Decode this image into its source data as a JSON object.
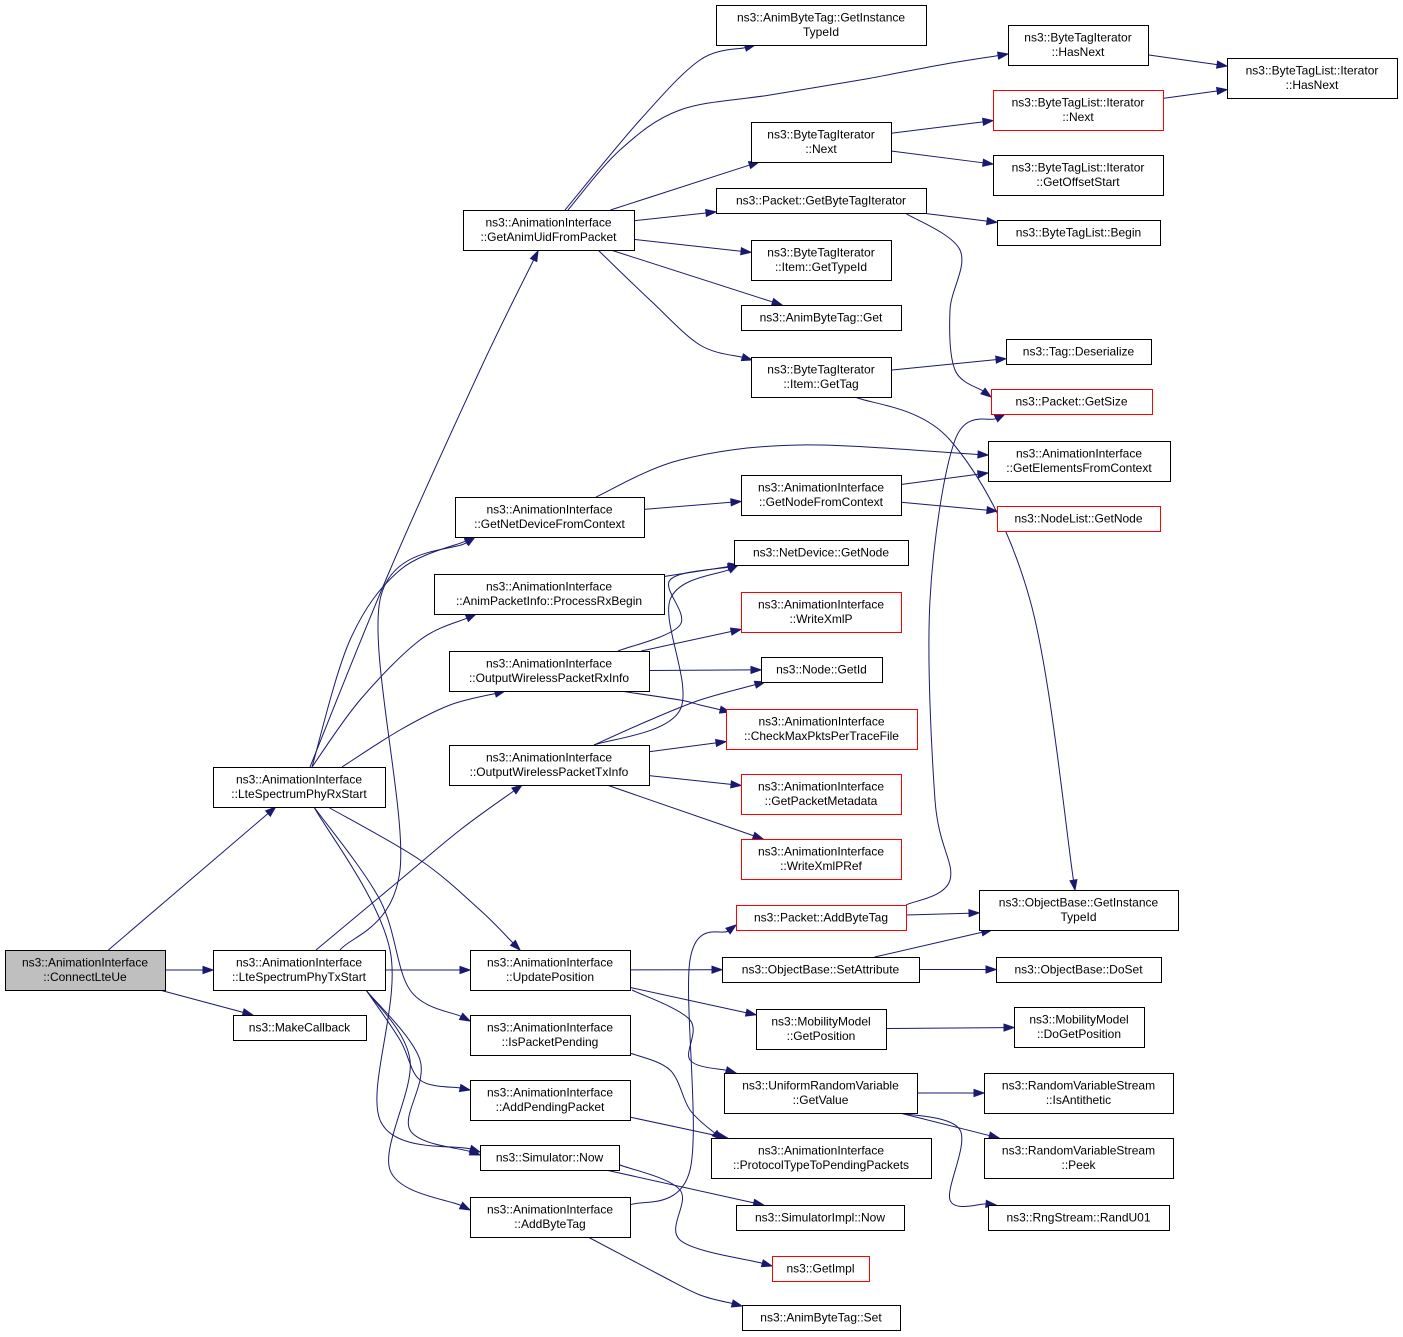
{
  "colors": {
    "edge": "#191970",
    "border_normal": "#000000",
    "border_truncated": "#ff0000",
    "root_fill": "#bfbfbf",
    "node_fill": "#ffffff"
  },
  "nodes": [
    {
      "id": "connectlteue",
      "lines": [
        "ns3::AnimationInterface",
        "::ConnectLteUe"
      ],
      "style": "root"
    },
    {
      "id": "ltespectrumphyrxstart",
      "lines": [
        "ns3::AnimationInterface",
        "::LteSpectrumPhyRxStart"
      ],
      "style": "normal"
    },
    {
      "id": "ltespectrumphytxstart",
      "lines": [
        "ns3::AnimationInterface",
        "::LteSpectrumPhyTxStart"
      ],
      "style": "normal"
    },
    {
      "id": "makecallback",
      "lines": [
        "ns3::MakeCallback"
      ],
      "style": "normal"
    },
    {
      "id": "getanimuidfrompacket",
      "lines": [
        "ns3::AnimationInterface",
        "::GetAnimUidFromPacket"
      ],
      "style": "normal"
    },
    {
      "id": "getnetdevicefromcontext",
      "lines": [
        "ns3::AnimationInterface",
        "::GetNetDeviceFromContext"
      ],
      "style": "normal"
    },
    {
      "id": "processrxbegin",
      "lines": [
        "ns3::AnimationInterface",
        "::AnimPacketInfo::ProcessRxBegin"
      ],
      "style": "normal"
    },
    {
      "id": "outputwirelesspacketrxinfo",
      "lines": [
        "ns3::AnimationInterface",
        "::OutputWirelessPacketRxInfo"
      ],
      "style": "normal"
    },
    {
      "id": "outputwirelesspackettxinfo",
      "lines": [
        "ns3::AnimationInterface",
        "::OutputWirelessPacketTxInfo"
      ],
      "style": "normal"
    },
    {
      "id": "updateposition",
      "lines": [
        "ns3::AnimationInterface",
        "::UpdatePosition"
      ],
      "style": "normal"
    },
    {
      "id": "ispacketpending",
      "lines": [
        "ns3::AnimationInterface",
        "::IsPacketPending"
      ],
      "style": "normal"
    },
    {
      "id": "addpendingpacket",
      "lines": [
        "ns3::AnimationInterface",
        "::AddPendingPacket"
      ],
      "style": "normal"
    },
    {
      "id": "simulatornow",
      "lines": [
        "ns3::Simulator::Now"
      ],
      "style": "normal"
    },
    {
      "id": "addbytetag",
      "lines": [
        "ns3::AnimationInterface",
        "::AddByteTag"
      ],
      "style": "normal"
    },
    {
      "id": "animbytetaggetinstancetypeid",
      "lines": [
        "ns3::AnimByteTag::GetInstance",
        "TypeId"
      ],
      "style": "normal"
    },
    {
      "id": "bytetagiteratornext",
      "lines": [
        "ns3::ByteTagIterator",
        "::Next"
      ],
      "style": "normal"
    },
    {
      "id": "getbytetagiterator",
      "lines": [
        "ns3::Packet::GetByteTagIterator"
      ],
      "style": "normal"
    },
    {
      "id": "itemgettypeid",
      "lines": [
        "ns3::ByteTagIterator",
        "::Item::GetTypeId"
      ],
      "style": "normal"
    },
    {
      "id": "animbytetagget",
      "lines": [
        "ns3::AnimByteTag::Get"
      ],
      "style": "normal"
    },
    {
      "id": "itemgettag",
      "lines": [
        "ns3::ByteTagIterator",
        "::Item::GetTag"
      ],
      "style": "normal"
    },
    {
      "id": "getnodefromcontext",
      "lines": [
        "ns3::AnimationInterface",
        "::GetNodeFromContext"
      ],
      "style": "normal"
    },
    {
      "id": "netdevicegetnode",
      "lines": [
        "ns3::NetDevice::GetNode"
      ],
      "style": "normal"
    },
    {
      "id": "writexmlp",
      "lines": [
        "ns3::AnimationInterface",
        "::WriteXmlP"
      ],
      "style": "truncated"
    },
    {
      "id": "nodegetid",
      "lines": [
        "ns3::Node::GetId"
      ],
      "style": "normal"
    },
    {
      "id": "checkmaxpktspertracefile",
      "lines": [
        "ns3::AnimationInterface",
        "::CheckMaxPktsPerTraceFile"
      ],
      "style": "truncated"
    },
    {
      "id": "getpacketmetadata",
      "lines": [
        "ns3::AnimationInterface",
        "::GetPacketMetadata"
      ],
      "style": "truncated"
    },
    {
      "id": "writexmlpref",
      "lines": [
        "ns3::AnimationInterface",
        "::WriteXmlPRef"
      ],
      "style": "truncated"
    },
    {
      "id": "packetaddbytetag",
      "lines": [
        "ns3::Packet::AddByteTag"
      ],
      "style": "truncated"
    },
    {
      "id": "objectbasesetattribute",
      "lines": [
        "ns3::ObjectBase::SetAttribute"
      ],
      "style": "normal"
    },
    {
      "id": "mobilitymodelgetposition",
      "lines": [
        "ns3::MobilityModel",
        "::GetPosition"
      ],
      "style": "normal"
    },
    {
      "id": "uniformrandomvariablegetvalue",
      "lines": [
        "ns3::UniformRandomVariable",
        "::GetValue"
      ],
      "style": "normal"
    },
    {
      "id": "protocoltypetopendingpackets",
      "lines": [
        "ns3::AnimationInterface",
        "::ProtocolTypeToPendingPackets"
      ],
      "style": "normal"
    },
    {
      "id": "simulatorimplnow",
      "lines": [
        "ns3::SimulatorImpl::Now"
      ],
      "style": "normal"
    },
    {
      "id": "getimpl",
      "lines": [
        "ns3::GetImpl"
      ],
      "style": "truncated"
    },
    {
      "id": "animbytetagset",
      "lines": [
        "ns3::AnimByteTag::Set"
      ],
      "style": "normal"
    },
    {
      "id": "bytetagiteratorhasnext",
      "lines": [
        "ns3::ByteTagIterator",
        "::HasNext"
      ],
      "style": "normal"
    },
    {
      "id": "bytetaglistiteratornext",
      "lines": [
        "ns3::ByteTagList::Iterator",
        "::Next"
      ],
      "style": "truncated"
    },
    {
      "id": "bytetaglistiteratorgetoffsetstart",
      "lines": [
        "ns3::ByteTagList::Iterator",
        "::GetOffsetStart"
      ],
      "style": "normal"
    },
    {
      "id": "bytetaglistbegin",
      "lines": [
        "ns3::ByteTagList::Begin"
      ],
      "style": "normal"
    },
    {
      "id": "tagdeserialize",
      "lines": [
        "ns3::Tag::Deserialize"
      ],
      "style": "normal"
    },
    {
      "id": "packetgetsize",
      "lines": [
        "ns3::Packet::GetSize"
      ],
      "style": "truncated"
    },
    {
      "id": "getelementsfromcontext",
      "lines": [
        "ns3::AnimationInterface",
        "::GetElementsFromContext"
      ],
      "style": "normal"
    },
    {
      "id": "nodelistgetnode",
      "lines": [
        "ns3::NodeList::GetNode"
      ],
      "style": "truncated"
    },
    {
      "id": "objectbasegetinstancetypeid",
      "lines": [
        "ns3::ObjectBase::GetInstance",
        "TypeId"
      ],
      "style": "normal"
    },
    {
      "id": "objectbasedoset",
      "lines": [
        "ns3::ObjectBase::DoSet"
      ],
      "style": "normal"
    },
    {
      "id": "mobilitymodeldogetposition",
      "lines": [
        "ns3::MobilityModel",
        "::DoGetPosition"
      ],
      "style": "normal"
    },
    {
      "id": "israndomvariablestreamisantithetic",
      "lines": [
        "ns3::RandomVariableStream",
        "::IsAntithetic"
      ],
      "style": "normal"
    },
    {
      "id": "randomvariablestreampeek",
      "lines": [
        "ns3::RandomVariableStream",
        "::Peek"
      ],
      "style": "normal"
    },
    {
      "id": "rngstreamrandu01",
      "lines": [
        "ns3::RngStream::RandU01"
      ],
      "style": "normal"
    },
    {
      "id": "bytetaglistiteratorhasnext",
      "lines": [
        "ns3::ByteTagList::Iterator",
        "::HasNext"
      ],
      "style": "normal"
    }
  ],
  "edges": [
    {
      "from": "connectlteue",
      "to": "ltespectrumphyrxstart"
    },
    {
      "from": "connectlteue",
      "to": "ltespectrumphytxstart"
    },
    {
      "from": "connectlteue",
      "to": "makecallback"
    },
    {
      "from": "ltespectrumphyrxstart",
      "to": "getanimuidfrompacket"
    },
    {
      "from": "ltespectrumphyrxstart",
      "to": "getnetdevicefromcontext"
    },
    {
      "from": "ltespectrumphyrxstart",
      "to": "processrxbegin"
    },
    {
      "from": "ltespectrumphyrxstart",
      "to": "outputwirelesspacketrxinfo"
    },
    {
      "from": "ltespectrumphyrxstart",
      "to": "updateposition"
    },
    {
      "from": "ltespectrumphyrxstart",
      "to": "ispacketpending"
    },
    {
      "from": "ltespectrumphyrxstart",
      "to": "simulatornow"
    },
    {
      "from": "ltespectrumphytxstart",
      "to": "getnetdevicefromcontext"
    },
    {
      "from": "ltespectrumphytxstart",
      "to": "outputwirelesspackettxinfo"
    },
    {
      "from": "ltespectrumphytxstart",
      "to": "updateposition"
    },
    {
      "from": "ltespectrumphytxstart",
      "to": "addpendingpacket"
    },
    {
      "from": "ltespectrumphytxstart",
      "to": "simulatornow"
    },
    {
      "from": "ltespectrumphytxstart",
      "to": "addbytetag"
    },
    {
      "from": "getanimuidfrompacket",
      "to": "animbytetaggetinstancetypeid"
    },
    {
      "from": "getanimuidfrompacket",
      "to": "bytetagiteratorhasnext"
    },
    {
      "from": "getanimuidfrompacket",
      "to": "bytetagiteratornext"
    },
    {
      "from": "getanimuidfrompacket",
      "to": "getbytetagiterator"
    },
    {
      "from": "getanimuidfrompacket",
      "to": "itemgettypeid"
    },
    {
      "from": "getanimuidfrompacket",
      "to": "animbytetagget"
    },
    {
      "from": "getanimuidfrompacket",
      "to": "itemgettag"
    },
    {
      "from": "bytetagiteratorhasnext",
      "to": "bytetaglistiteratorhasnext"
    },
    {
      "from": "bytetagiteratornext",
      "to": "bytetaglistiteratornext"
    },
    {
      "from": "bytetagiteratornext",
      "to": "bytetaglistiteratorgetoffsetstart"
    },
    {
      "from": "bytetaglistiteratornext",
      "to": "bytetaglistiteratorhasnext"
    },
    {
      "from": "getbytetagiterator",
      "to": "bytetaglistbegin"
    },
    {
      "from": "getbytetagiterator",
      "to": "packetgetsize"
    },
    {
      "from": "itemgettag",
      "to": "tagdeserialize"
    },
    {
      "from": "itemgettag",
      "to": "objectbasegetinstancetypeid"
    },
    {
      "from": "getnetdevicefromcontext",
      "to": "getelementsfromcontext"
    },
    {
      "from": "getnetdevicefromcontext",
      "to": "getnodefromcontext"
    },
    {
      "from": "getnodefromcontext",
      "to": "getelementsfromcontext"
    },
    {
      "from": "getnodefromcontext",
      "to": "nodelistgetnode"
    },
    {
      "from": "processrxbegin",
      "to": "netdevicegetnode"
    },
    {
      "from": "outputwirelesspacketrxinfo",
      "to": "netdevicegetnode"
    },
    {
      "from": "outputwirelesspacketrxinfo",
      "to": "writexmlp"
    },
    {
      "from": "outputwirelesspacketrxinfo",
      "to": "nodegetid"
    },
    {
      "from": "outputwirelesspacketrxinfo",
      "to": "checkmaxpktspertracefile"
    },
    {
      "from": "outputwirelesspackettxinfo",
      "to": "netdevicegetnode"
    },
    {
      "from": "outputwirelesspackettxinfo",
      "to": "nodegetid"
    },
    {
      "from": "outputwirelesspackettxinfo",
      "to": "checkmaxpktspertracefile"
    },
    {
      "from": "outputwirelesspackettxinfo",
      "to": "getpacketmetadata"
    },
    {
      "from": "outputwirelesspackettxinfo",
      "to": "writexmlpref"
    },
    {
      "from": "updateposition",
      "to": "objectbasesetattribute"
    },
    {
      "from": "updateposition",
      "to": "mobilitymodelgetposition"
    },
    {
      "from": "updateposition",
      "to": "uniformrandomvariablegetvalue"
    },
    {
      "from": "objectbasesetattribute",
      "to": "objectbasegetinstancetypeid"
    },
    {
      "from": "objectbasesetattribute",
      "to": "objectbasedoset"
    },
    {
      "from": "mobilitymodelgetposition",
      "to": "mobilitymodeldogetposition"
    },
    {
      "from": "uniformrandomvariablegetvalue",
      "to": "israndomvariablestreamisantithetic"
    },
    {
      "from": "uniformrandomvariablegetvalue",
      "to": "randomvariablestreampeek"
    },
    {
      "from": "uniformrandomvariablegetvalue",
      "to": "rngstreamrandu01"
    },
    {
      "from": "ispacketpending",
      "to": "protocoltypetopendingpackets"
    },
    {
      "from": "addpendingpacket",
      "to": "protocoltypetopendingpackets"
    },
    {
      "from": "simulatornow",
      "to": "simulatorimplnow"
    },
    {
      "from": "simulatornow",
      "to": "getimpl"
    },
    {
      "from": "addbytetag",
      "to": "packetaddbytetag"
    },
    {
      "from": "addbytetag",
      "to": "animbytetagset"
    },
    {
      "from": "packetaddbytetag",
      "to": "objectbasegetinstancetypeid"
    },
    {
      "from": "packetaddbytetag",
      "to": "packetgetsize"
    }
  ]
}
